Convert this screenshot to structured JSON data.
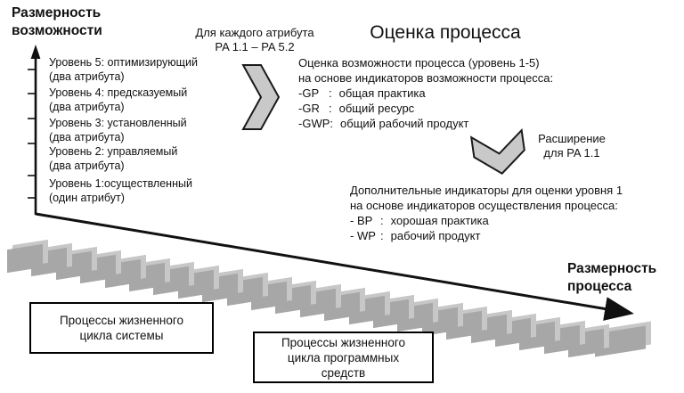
{
  "capability_axis": {
    "title": "Размерность\nвозможности",
    "levels": [
      {
        "name": "Уровень 5: оптимизирующий",
        "attrs": "(два атрибута)"
      },
      {
        "name": "Уровень 4: предсказуемый",
        "attrs": "(два атрибута)"
      },
      {
        "name": "Уровень 3: установленный",
        "attrs": "(два атрибута)"
      },
      {
        "name": "Уровень 2: управляемый",
        "attrs": "(два атрибута)"
      },
      {
        "name": "Уровень 1:осуществленный",
        "attrs": "(один атрибут)"
      }
    ]
  },
  "attribute_note": "Для каждого атрибута\nPA 1.1 – PA 5.2",
  "assessment": {
    "title": "Оценка процесса",
    "intro": "Оценка возможности процесса (уровень 1-5)\nна основе индикаторов возможности процесса:",
    "indicators": [
      {
        "code": "-GP",
        "colon": ":",
        "desc": "общая практика"
      },
      {
        "code": "-GR",
        "colon": ":",
        "desc": "общий ресурс"
      },
      {
        "code": "-GWP",
        "colon": ":",
        "desc": "общий рабочий продукт"
      }
    ]
  },
  "extension_note": "Расширение\nдля PA 1.1",
  "level1_block": {
    "intro": "Дополнительные индикаторы для оценки уровня 1\nна основе индикаторов осуществления процесса:",
    "indicators": [
      {
        "code": "- BP",
        "colon": ":",
        "desc": "хорошая практика"
      },
      {
        "code": "- WP",
        "colon": ":",
        "desc": "рабочий продукт"
      }
    ]
  },
  "process_axis": {
    "label": "Размерность\nпроцесса"
  },
  "boxes": {
    "system": "Процессы жизненного\nцикла системы",
    "software": "Процессы жизненного\nцикла программных\nсредств"
  },
  "process_cards": {
    "count": 25
  },
  "colors": {
    "ink": "#111111",
    "chevron_fill": "#c9c9c9",
    "card_front": "#a7a7a7",
    "card_back": "#c7c7c7"
  }
}
